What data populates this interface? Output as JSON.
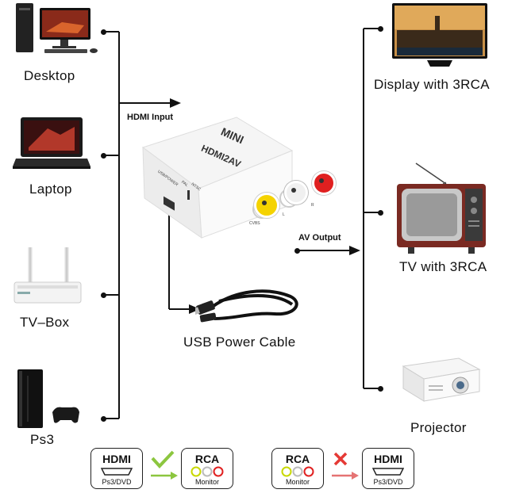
{
  "sources": [
    {
      "label": "Desktop",
      "icon": "desktop-icon"
    },
    {
      "label": "Laptop",
      "icon": "laptop-icon"
    },
    {
      "label": "TV–Box",
      "icon": "tv-box-icon"
    },
    {
      "label": "Ps3",
      "icon": "ps3-icon"
    }
  ],
  "outputs": [
    {
      "label": "Display with 3RCA",
      "icon": "display-icon"
    },
    {
      "label": "TV with 3RCA",
      "icon": "tv-icon"
    },
    {
      "label": "Projector",
      "icon": "projector-icon"
    }
  ],
  "connectors": {
    "hdmi_input": "HDMI Input",
    "av_output": "AV Output"
  },
  "device": {
    "name": "MINI",
    "model": "HDMI2AV",
    "port_usb": "USB/POWER",
    "port_pal": "PAL",
    "port_ntsc": "NTSC",
    "port_cvbs": "CVBS",
    "port_l": "L",
    "port_r": "R"
  },
  "cable": {
    "label": "USB Power Cable"
  },
  "legend": {
    "ok_pair": {
      "from": "HDMI",
      "from_sub": "Ps3/DVD",
      "to": "RCA",
      "to_sub": "Monitor",
      "status": "supported"
    },
    "bad_pair": {
      "from": "RCA",
      "from_sub": "Monitor",
      "to": "HDMI",
      "to_sub": "Ps3/DVD",
      "status": "not supported"
    }
  },
  "colors": {
    "check": "#8cc63f",
    "cross": "#e53935",
    "arrow": "#e57373",
    "rca_yellow": "#f5d300",
    "rca_white": "#f0f0f0",
    "rca_red": "#e02020"
  }
}
